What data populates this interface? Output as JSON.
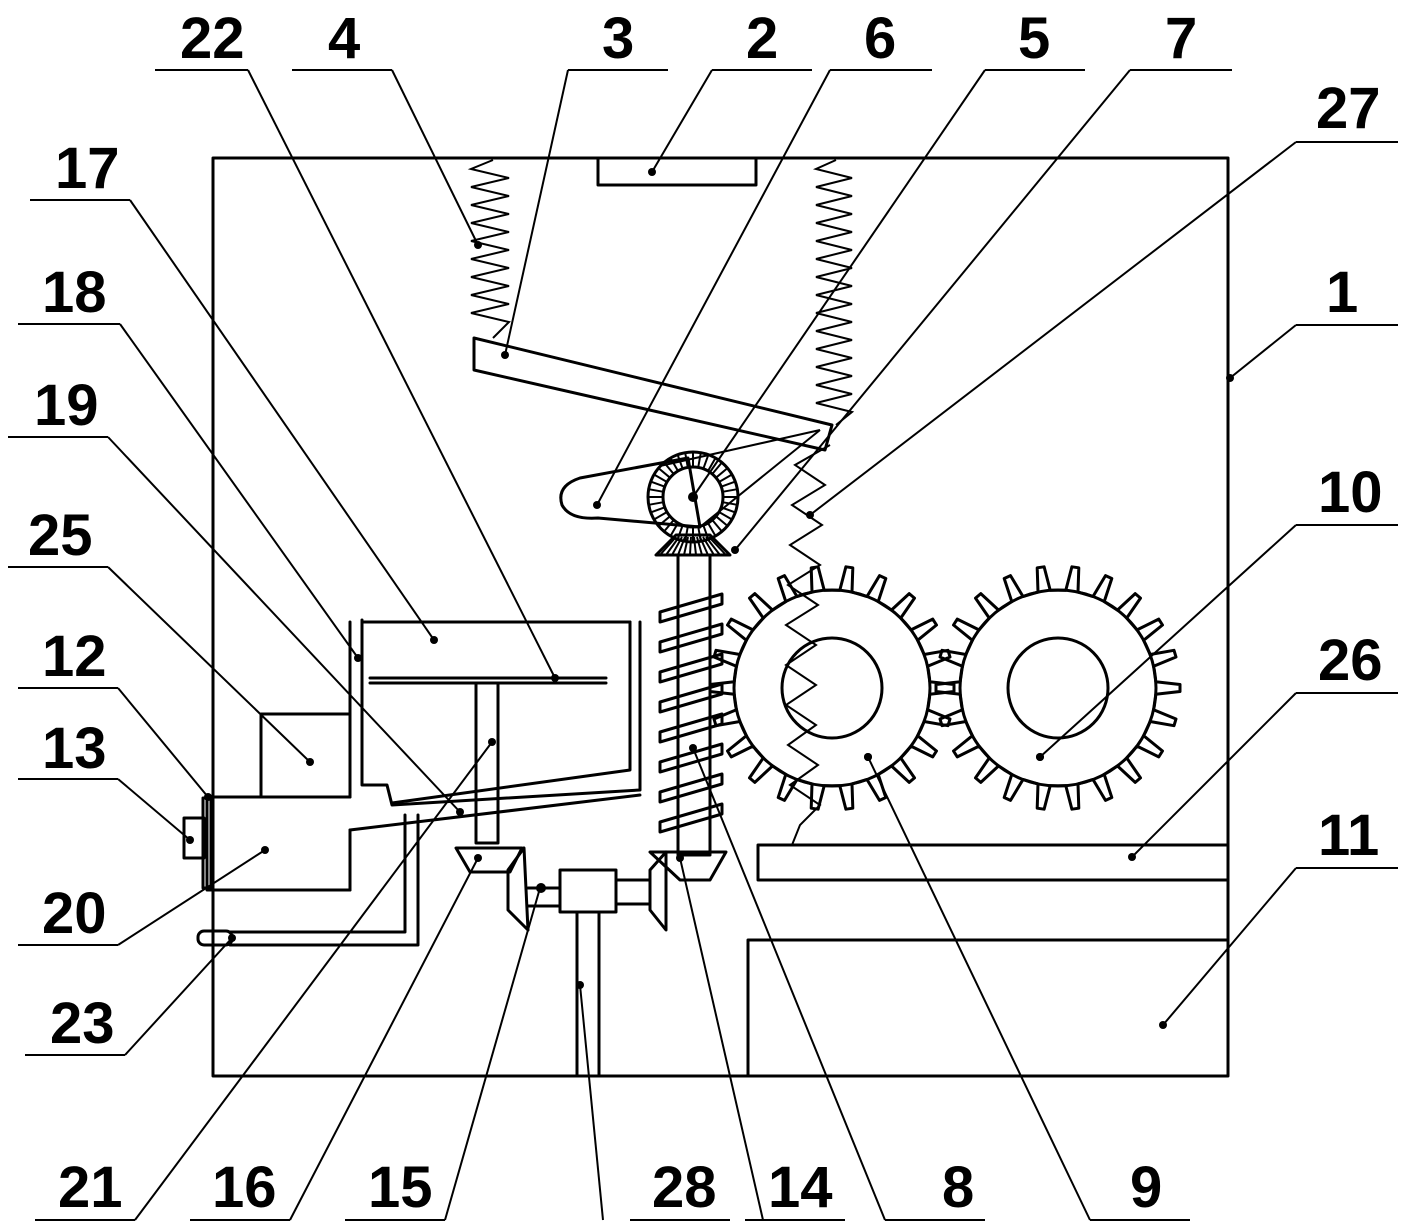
{
  "labels": {
    "n1": "1",
    "n2": "2",
    "n3": "3",
    "n4": "4",
    "n5": "5",
    "n6": "6",
    "n7": "7",
    "n8": "8",
    "n9": "9",
    "n10": "10",
    "n11": "11",
    "n12": "12",
    "n13": "13",
    "n14": "14",
    "n15": "15",
    "n16": "16",
    "n17": "17",
    "n18": "18",
    "n19": "19",
    "n20": "20",
    "n21": "21",
    "n22": "22",
    "n23": "23",
    "n25": "25",
    "n26": "26",
    "n27": "27",
    "n28": "28"
  }
}
